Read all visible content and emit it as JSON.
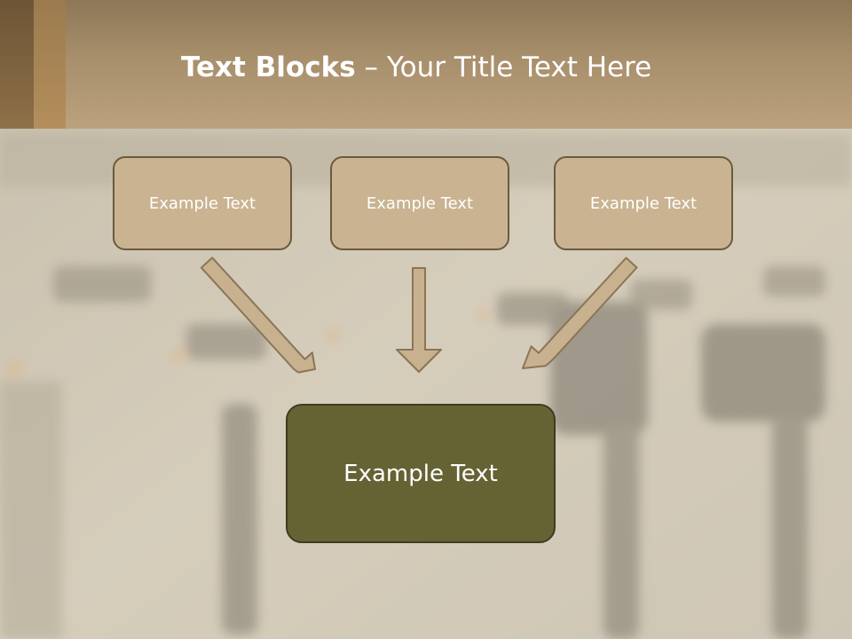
{
  "header": {
    "title_bold": "Text Blocks",
    "title_rest": " – Your Title Text Here"
  },
  "blocks": {
    "top": [
      {
        "label": "Example Text"
      },
      {
        "label": "Example Text"
      },
      {
        "label": "Example Text"
      }
    ],
    "bottom": {
      "label": "Example Text"
    }
  },
  "colors": {
    "header": "#a88f6c",
    "box_fill": "#c9b391",
    "box_border": "#6b5a40",
    "bottom_fill": "#656334",
    "arrow_fill": "#c8b18e"
  }
}
